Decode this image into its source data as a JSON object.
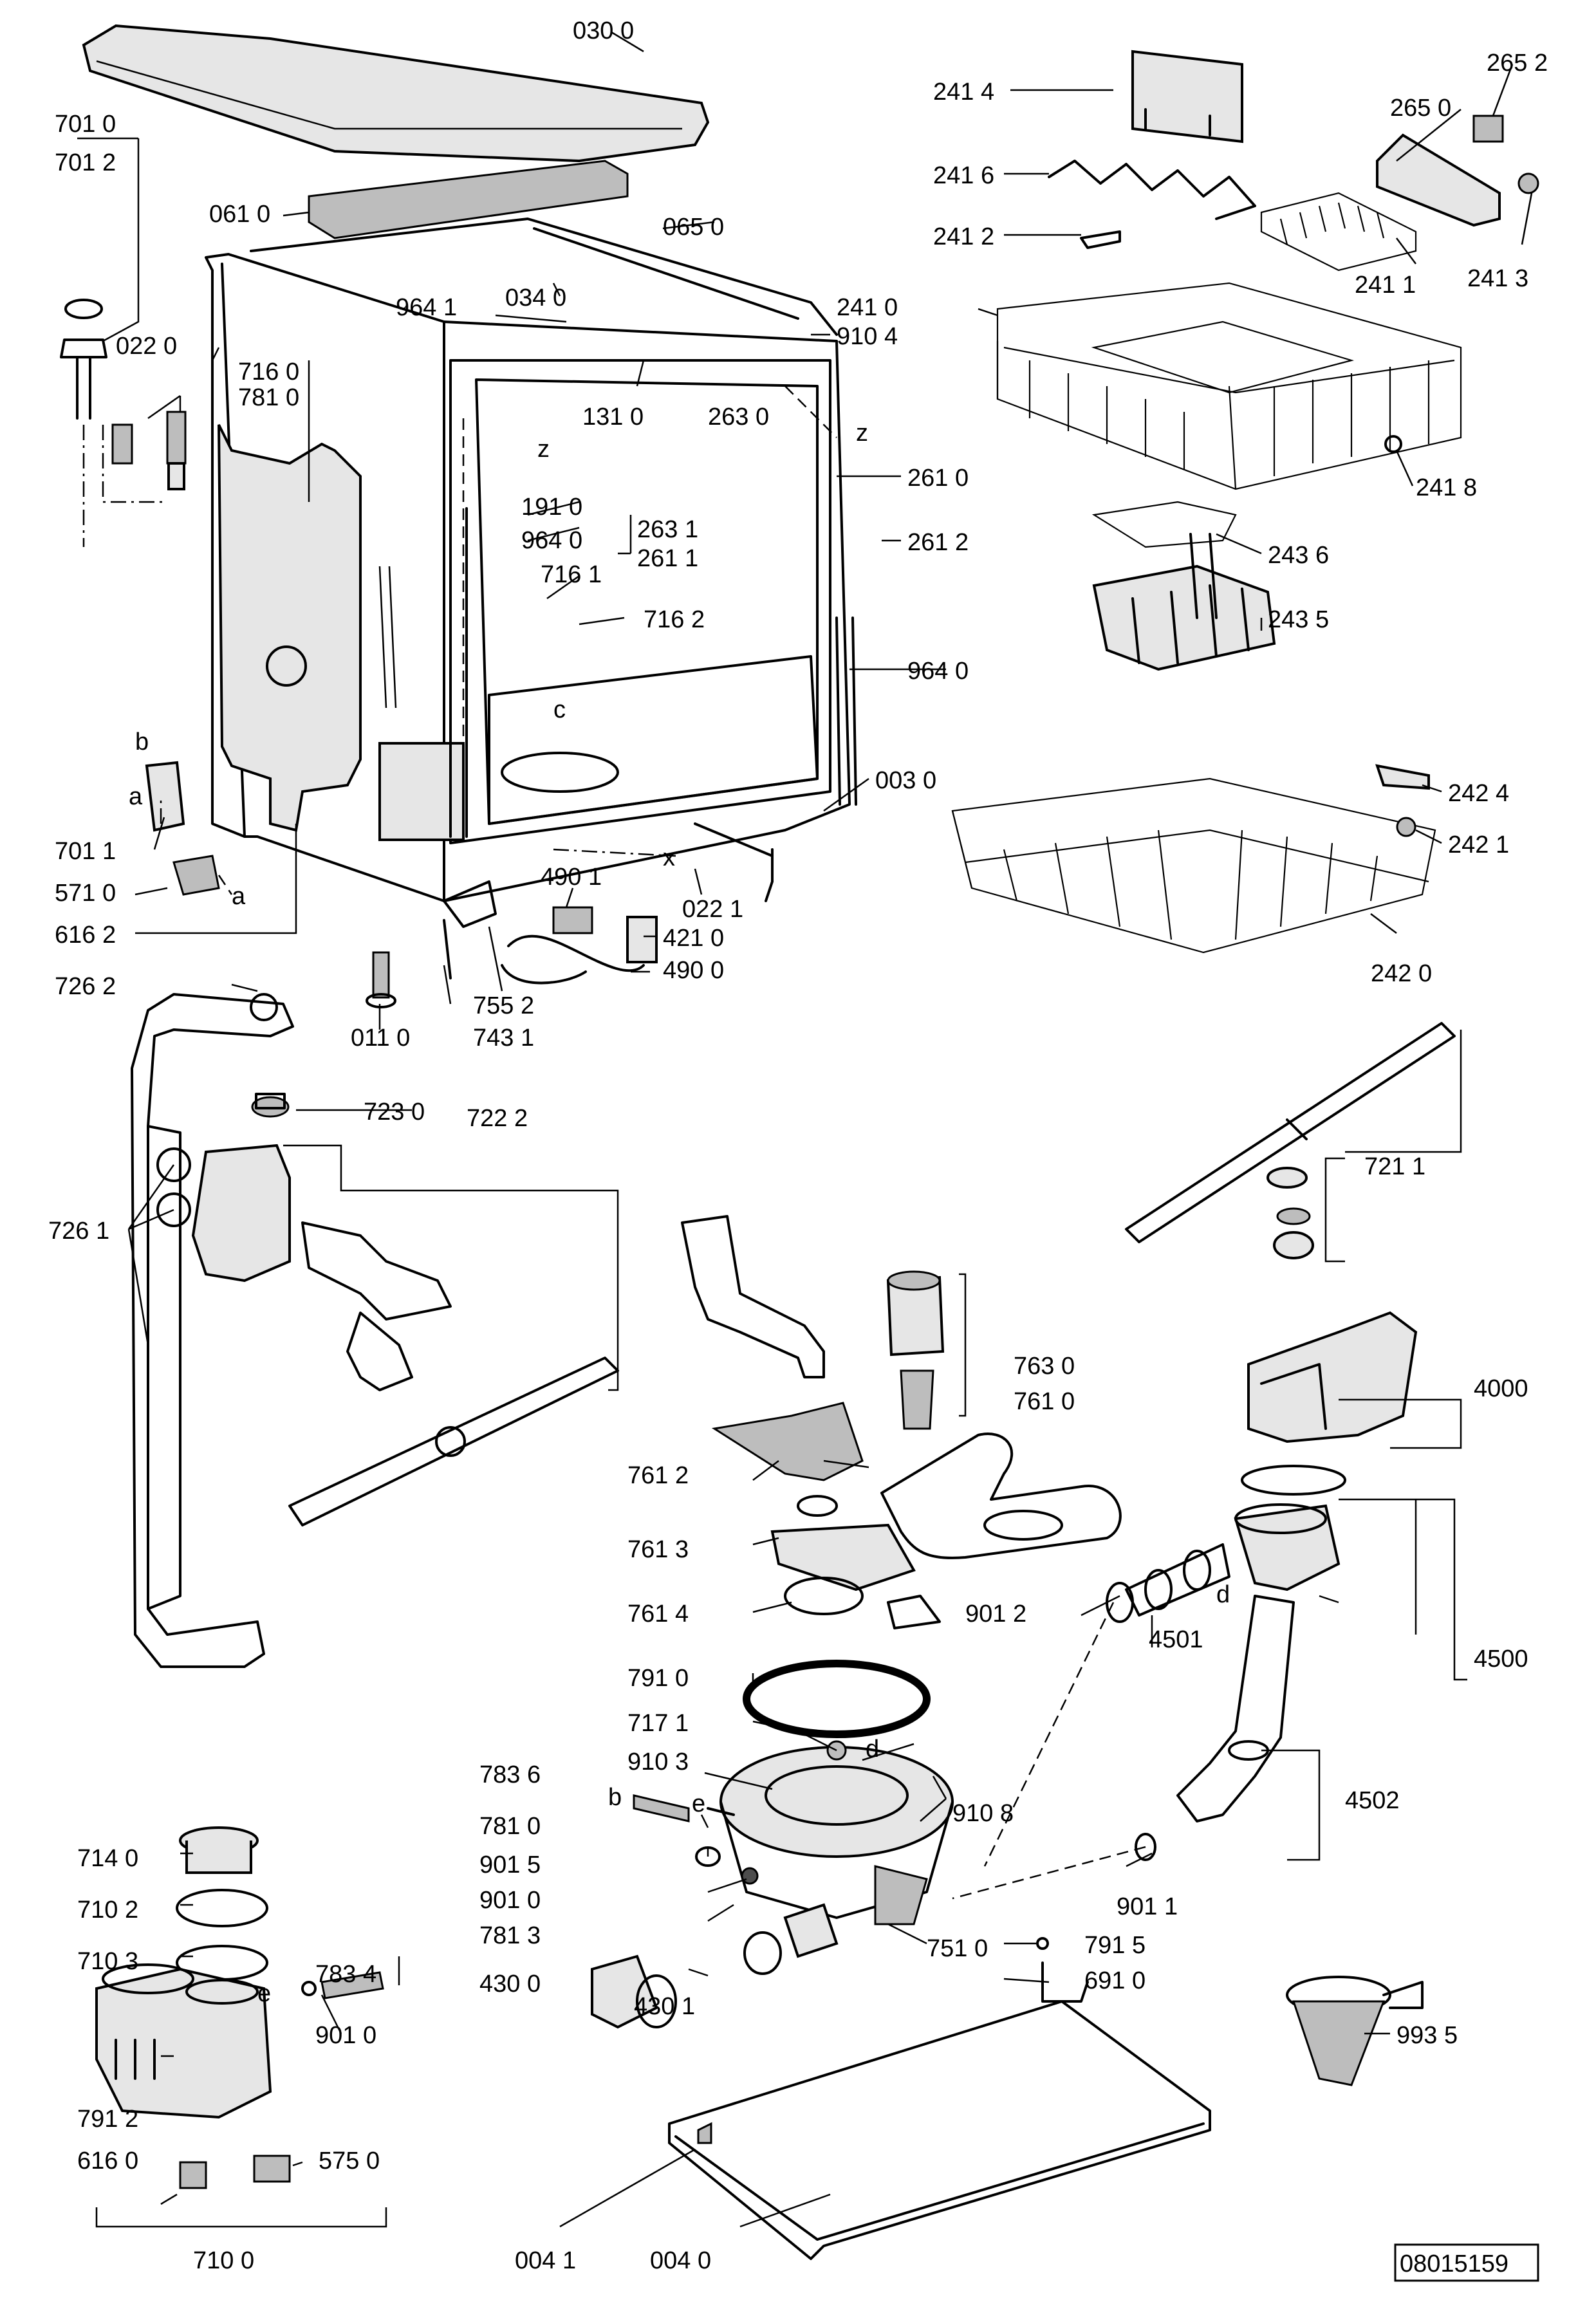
{
  "title": "",
  "document_number": "08015159",
  "parts": {
    "p0300": "030 0",
    "p7010": "701 0",
    "p7012": "701 2",
    "p0610": "061 0",
    "p0650": "065 0",
    "p0340": "034 0",
    "p9641": "964 1",
    "p9104": "910 4",
    "p0220": "022 0",
    "p7160": "716 0",
    "p7810a": "781 0",
    "p1310": "131 0",
    "p2630": "263 0",
    "p2610": "261 0",
    "p1910": "191 0",
    "p9640a": "964 0",
    "p2631": "263 1",
    "p2611": "261 1",
    "p2612": "261 2",
    "p7161": "716 1",
    "p7162": "716 2",
    "p9640b": "964 0",
    "p0030": "003 0",
    "p7011": "701 1",
    "p5710": "571 0",
    "p6162": "616 2",
    "p4901": "490 1",
    "p4210": "421 0",
    "p4900": "490 0",
    "p0221": "022 1",
    "p7262": "726 2",
    "p0110": "011 0",
    "p7552": "755 2",
    "p7431": "743 1",
    "p2414": "241 4",
    "p2652": "265 2",
    "p2650": "265 0",
    "p2416": "241 6",
    "p2412": "241 2",
    "p2411": "241 1",
    "p2413": "241 3",
    "p2410": "241 0",
    "p2418": "241 8",
    "p2436": "243 6",
    "p2435": "243 5",
    "p2424": "242 4",
    "p2421": "242 1",
    "p2420": "242 0",
    "p7230": "723 0",
    "p7222": "722 2",
    "p7261": "726 1",
    "p7211": "721 1",
    "p7630": "763 0",
    "p7610": "761 0",
    "p4000": "4000",
    "p7612": "761 2",
    "p7613": "761 3",
    "p7614": "761 4",
    "p9012": "901 2",
    "p4501": "4501",
    "p4500": "4500",
    "p7910": "791 0",
    "p7171": "717 1",
    "p7836": "783 6",
    "p9103": "910 3",
    "p9108": "910 8",
    "p4502": "4502",
    "p7810b": "781 0",
    "p9015": "901 5",
    "p9010a": "901 0",
    "p7813": "781 3",
    "p9011": "901 1",
    "p7140": "714 0",
    "p7102": "710 2",
    "p7103": "710 3",
    "p7834": "783 4",
    "p4300": "430 0",
    "p4301": "430 1",
    "p7510": "751 0",
    "p7915": "791 5",
    "p6910": "691 0",
    "p9010b": "901 0",
    "p7912": "791 2",
    "p5750": "575 0",
    "p6160": "616 0",
    "p9935": "993 5",
    "p7100": "710 0",
    "p0041": "004 1",
    "p0040": "004 0"
  },
  "markers": {
    "a1": "a",
    "a2": "a",
    "b1": "b",
    "b2": "b",
    "c1": "c",
    "d1": "d",
    "d2": "d",
    "e1": "e",
    "e2": "e",
    "x1": "x",
    "z1": "z",
    "z2": "z"
  }
}
